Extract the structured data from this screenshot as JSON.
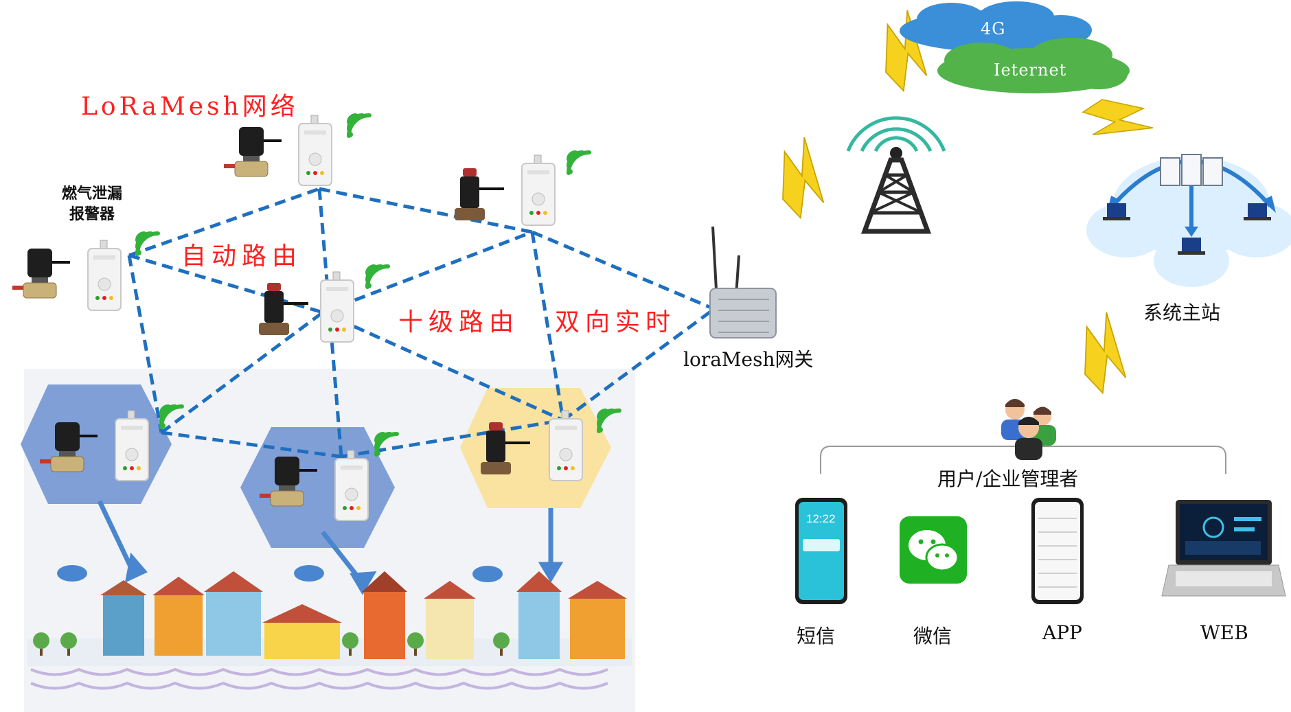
{
  "title": "LoRaMesh网络",
  "device_label_line1": "燃气泄漏",
  "device_label_line2": "报警器",
  "features": {
    "auto_route": "自动路由",
    "ten_level_route": "十级路由",
    "bidirectional": "双向实时"
  },
  "gateway_label": "loraMesh网关",
  "clouds": {
    "top": "4G",
    "bottom": "Ieternet"
  },
  "master_station_label": "系统主站",
  "users_label": "用户/企业管理者",
  "terminals": [
    {
      "label": "短信",
      "icon": "sms-phone-icon"
    },
    {
      "label": "微信",
      "icon": "wechat-icon"
    },
    {
      "label": "APP",
      "icon": "app-phone-icon"
    },
    {
      "label": "WEB",
      "icon": "laptop-icon"
    }
  ],
  "phone_time": "12:22",
  "colors": {
    "accent_red": "#ff2020",
    "mesh_link": "#1f6fc0",
    "wifi_green": "#33b23a",
    "bolt_yellow": "#f6d21e",
    "cloud_blue": "#3a8fd8",
    "cloud_green": "#52b34a",
    "hex_blue": "#7f9fd6",
    "hex_yellow": "#fae3a0"
  }
}
